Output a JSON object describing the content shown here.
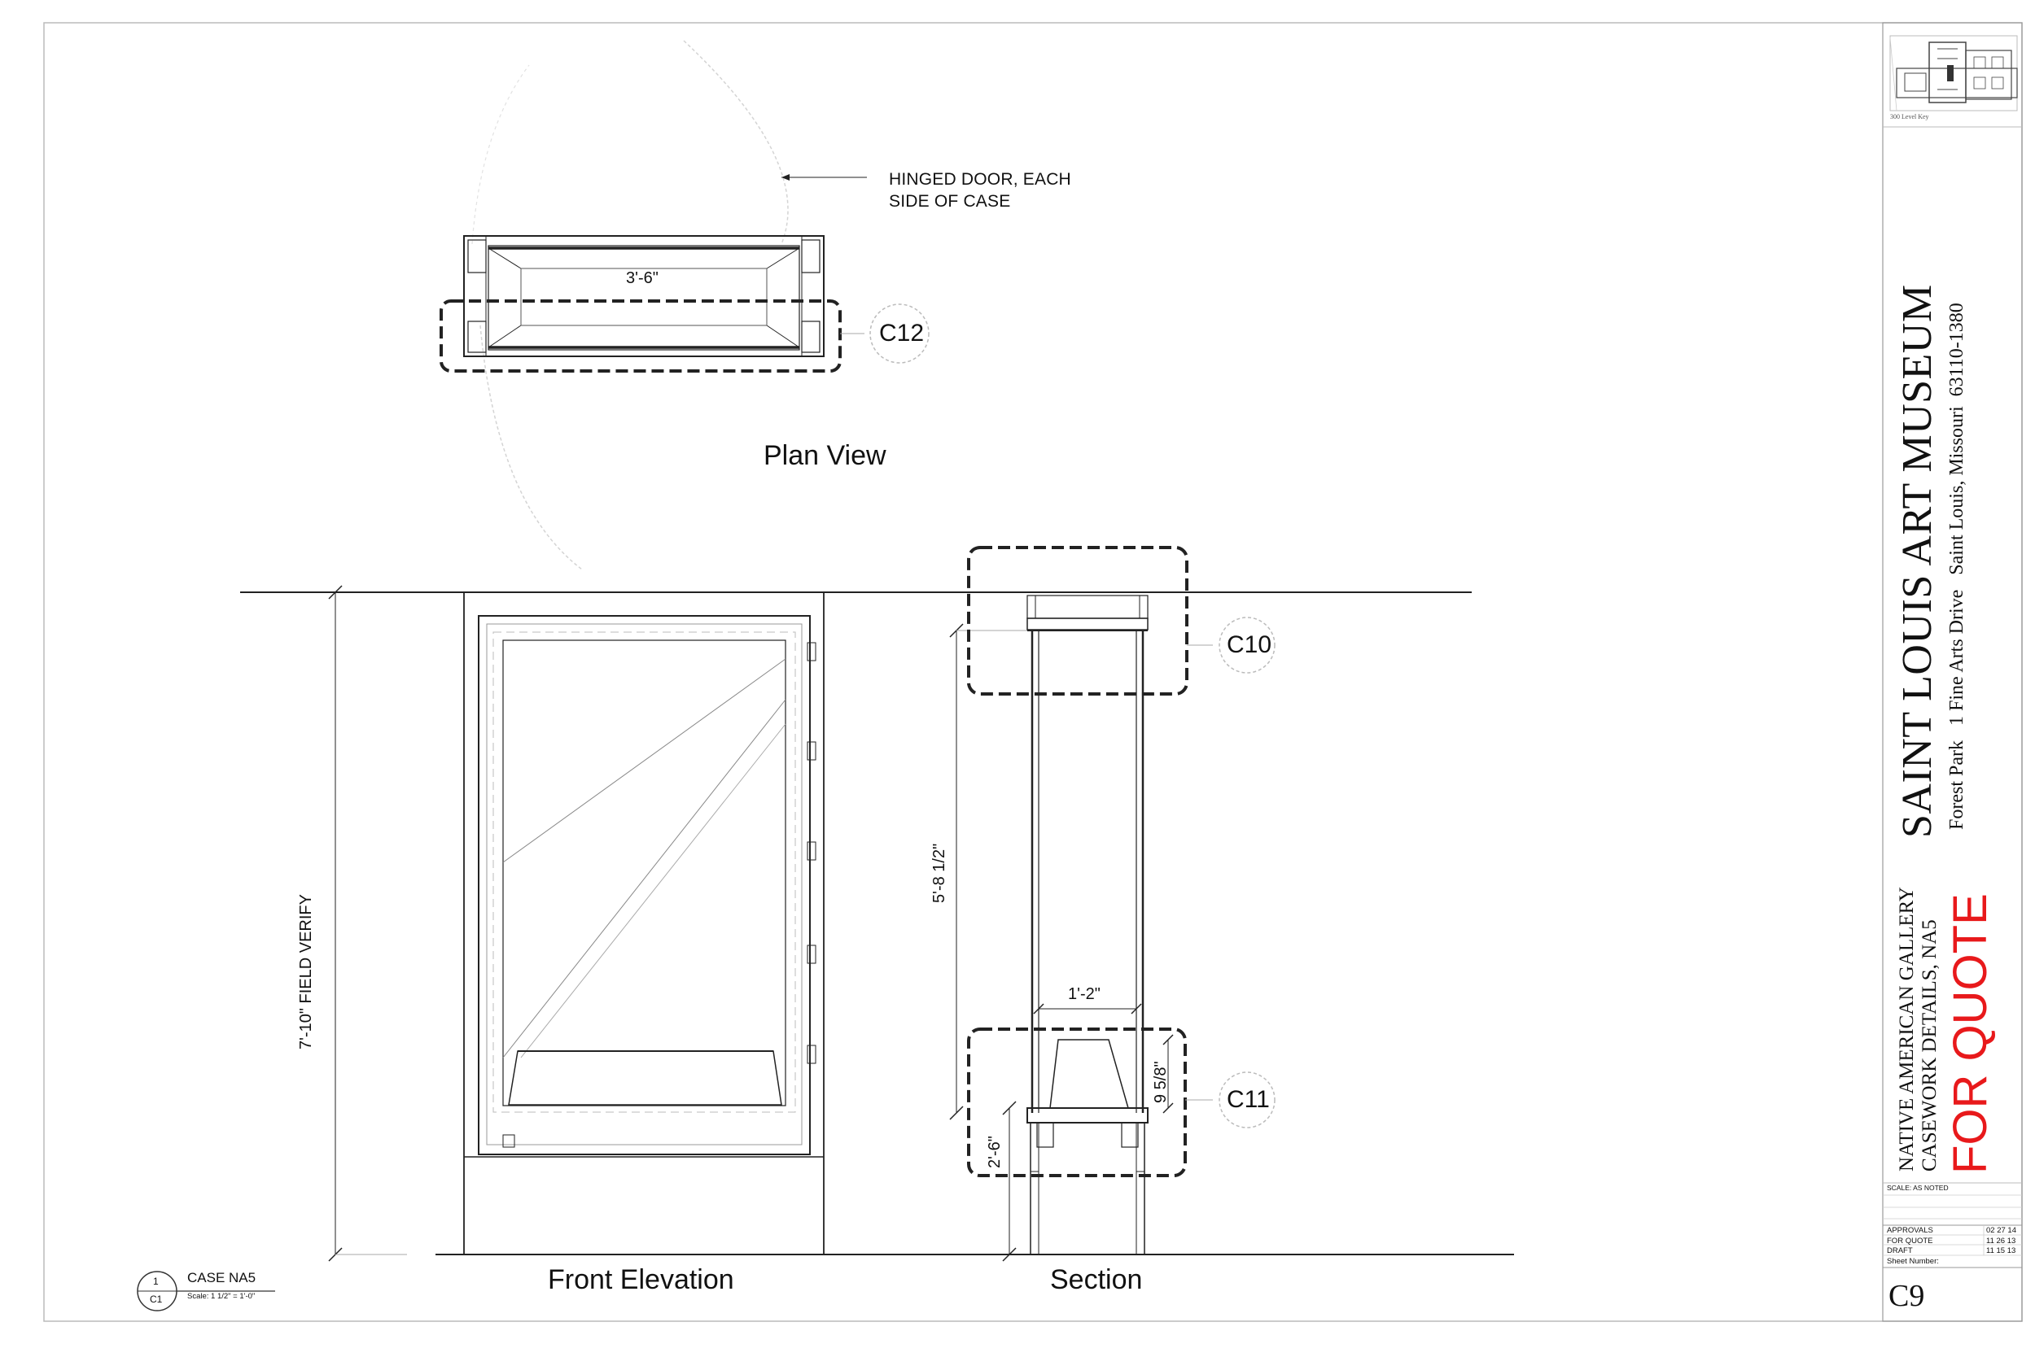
{
  "drawing": {
    "plan_view_title": "Plan View",
    "front_elevation_title": "Front Elevation",
    "section_title": "Section",
    "hinged_door_note_line1": "HINGED DOOR, EACH",
    "hinged_door_note_line2": "SIDE OF CASE",
    "callouts": [
      "C12",
      "C10",
      "C11"
    ],
    "dimensions": {
      "plan_width": "3'-6\"",
      "field_verify": "7'-10\" FIELD VERIFY",
      "section_height": "5'-8 1/2\"",
      "section_width": "1'-2\"",
      "section_shelf": "9 5/8\"",
      "section_base": "2'-6\""
    },
    "detail_tag": {
      "number": "1",
      "sheet": "C1",
      "name": "CASE NA5",
      "scale": "Scale: 1 1/2\" = 1'-0\""
    }
  },
  "title_block": {
    "key_plan_label": "300 Level Key",
    "museum_name": "SAINT LOUIS ART MUSEUM",
    "address": "Forest Park   1 Fine Arts Drive   Saint Louis, Missouri  63110-1380",
    "sheet_title_line1": "NATIVE AMERICAN GALLERY",
    "sheet_title_line2": "CASEWORK DETAILS, NA5",
    "status_stamp": "FOR QUOTE",
    "status_color": "#e8191b",
    "scale_note": "SCALE: AS NOTED",
    "revisions": [
      {
        "label": "APPROVALS",
        "date": "02 27 14"
      },
      {
        "label": "FOR QUOTE",
        "date": "11 26 13"
      },
      {
        "label": "DRAFT",
        "date": "11 15 13"
      }
    ],
    "sheet_number_label": "Sheet Number:",
    "sheet_number": "C9"
  }
}
